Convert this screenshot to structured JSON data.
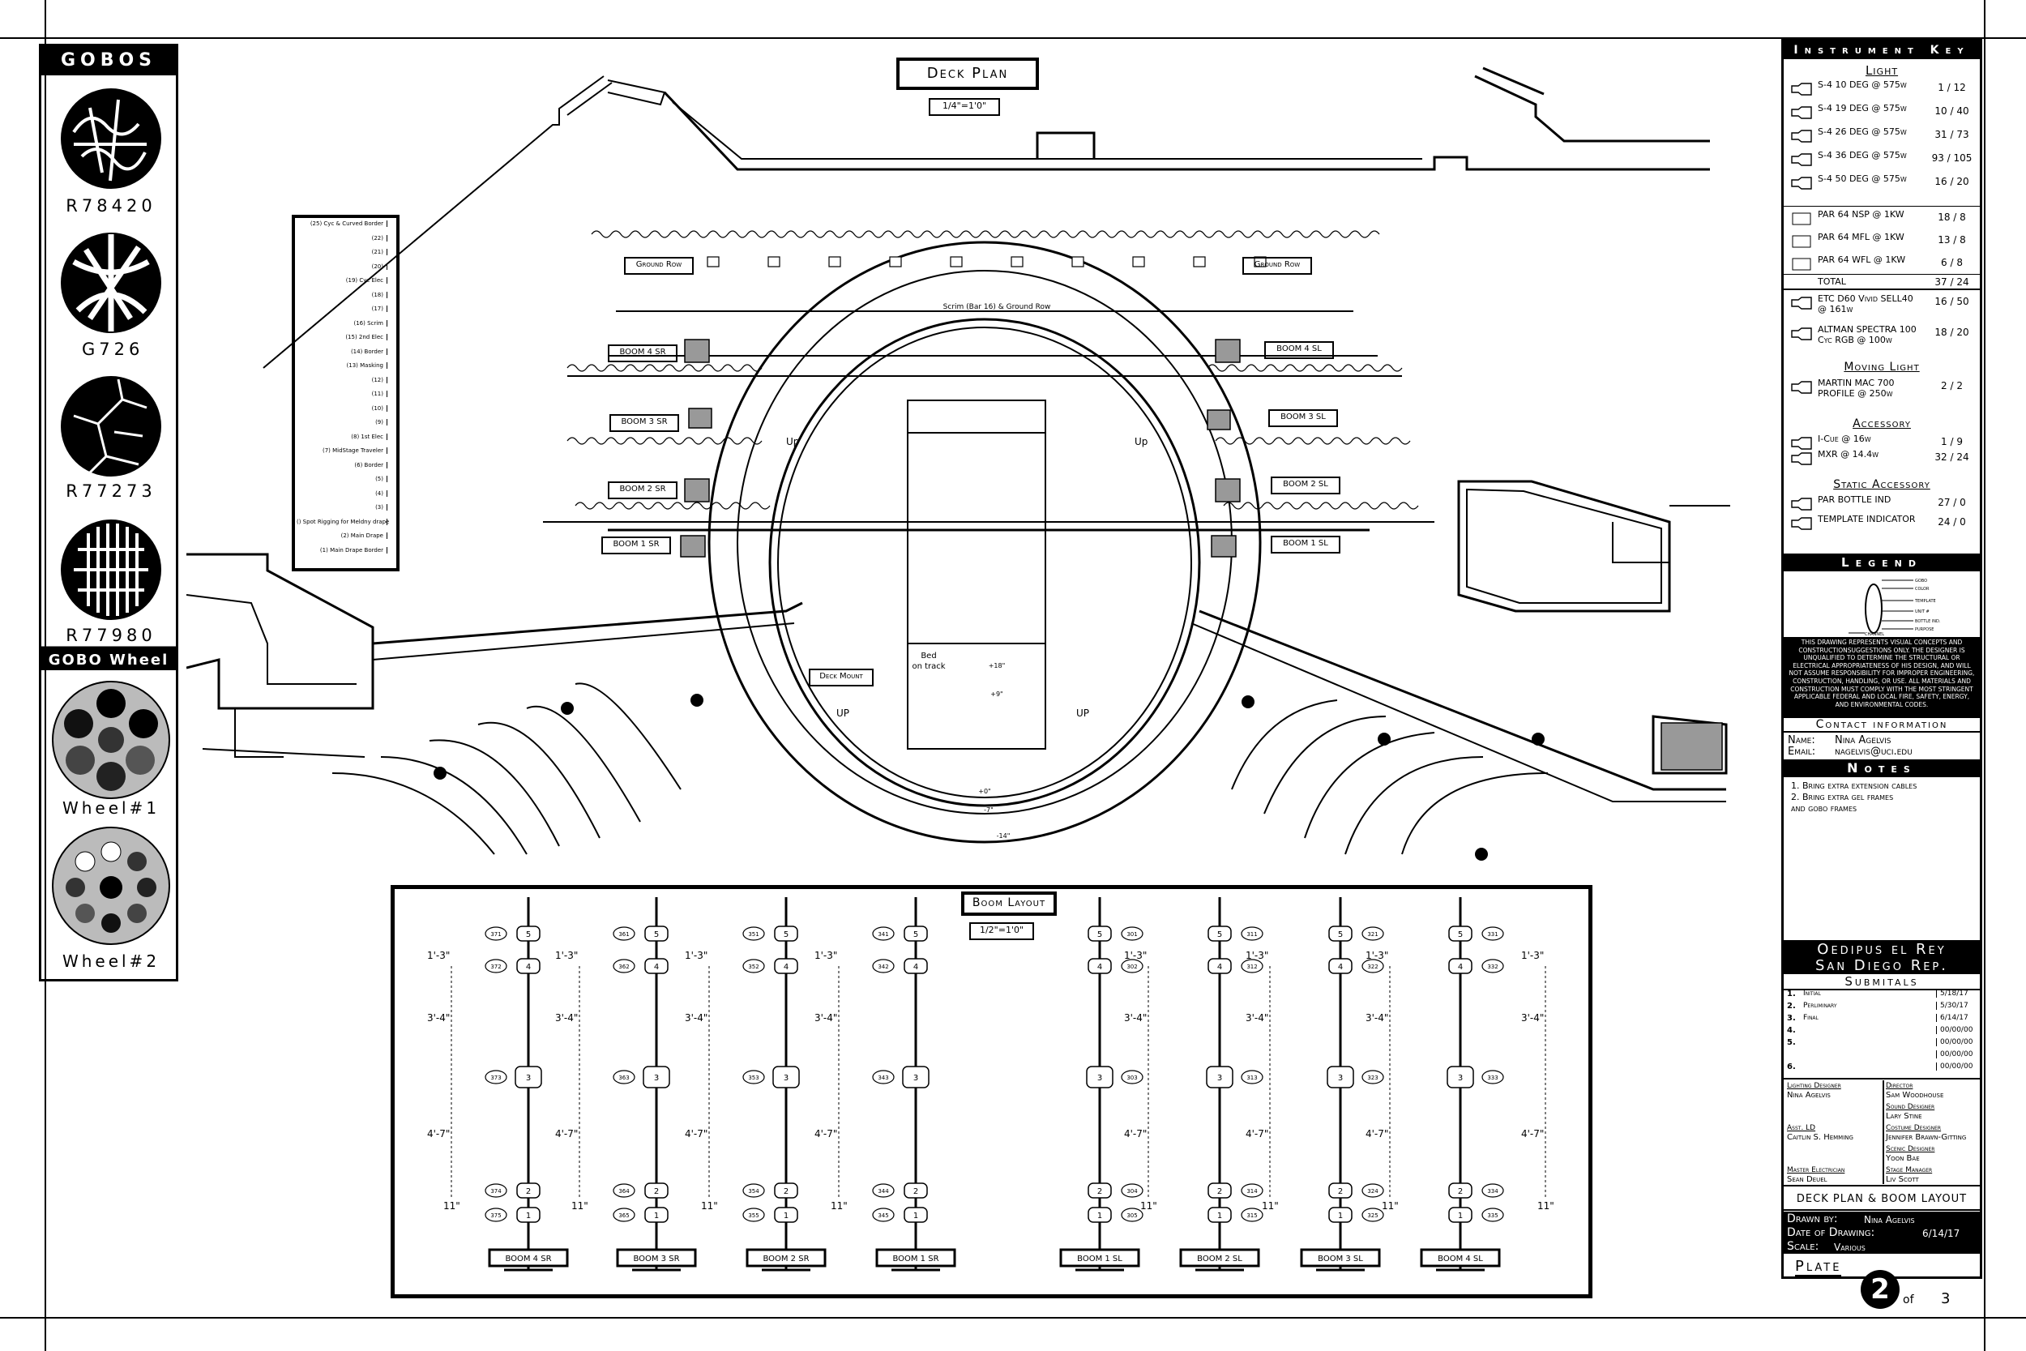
{
  "gobos": {
    "title": "GOBOS",
    "items": [
      {
        "code": "R78420",
        "icon": "foliage-gobo-icon"
      },
      {
        "code": "G726",
        "icon": "branches-gobo-icon"
      },
      {
        "code": "R77273",
        "icon": "cracks-gobo-icon"
      },
      {
        "code": "R77980",
        "icon": "grid-gobo-icon"
      }
    ],
    "wheel_title": "GOBO Wheel",
    "wheels": [
      "Wheel#1",
      "Wheel#2"
    ]
  },
  "deck_plan": {
    "title": "Deck Plan",
    "scale": "1/4\"=1'0\"",
    "ground_row": "Ground Row",
    "scrim": "Scrim (Bar 16) & Ground Row",
    "deck_mount": "Deck Mount",
    "bed": "Bed\non track",
    "up": "Up",
    "up_caps": "UP",
    "booms_sr": [
      "BOOM 4 SR",
      "BOOM 3 SR",
      "BOOM 2 SR",
      "BOOM 1 SR"
    ],
    "booms_sl": [
      "BOOM 4 SL",
      "BOOM 3 SL",
      "BOOM 2 SL",
      "BOOM 1 SL"
    ],
    "heights": [
      "+0\"",
      "+9\"",
      "+18\"",
      "-7\"",
      "-14\""
    ],
    "lineset": [
      "(25) Cyc & Curved Border",
      "(22)",
      "(21)",
      "(20)",
      "(19) Cyc Elec",
      "(18)",
      "(17)",
      "(16) Scrim",
      "(15) 2nd Elec",
      "(14) Border",
      "(13) Masking",
      "(12)",
      "(11)",
      "(10)",
      "(9)",
      "(8) 1st Elec",
      "(7) MidStage Traveler",
      "(6) Border",
      "(5)",
      "(4)",
      "(3)",
      "() Spot Rigging for Meldny drape",
      "(2) Main Drape",
      "(1) Main Drape Border"
    ]
  },
  "boom_layout": {
    "title": "Boom Layout",
    "scale": "1/2\"=1'0\"",
    "dims": [
      "1'-3\"",
      "3'-4\"",
      "4'-7\"",
      "11\""
    ],
    "sr": [
      {
        "label": "BOOM 4 SR",
        "ch": [
          "371",
          "372",
          "373",
          "374",
          "375"
        ]
      },
      {
        "label": "BOOM 3 SR",
        "ch": [
          "361",
          "362",
          "363",
          "364",
          "365"
        ]
      },
      {
        "label": "BOOM 2 SR",
        "ch": [
          "351",
          "352",
          "353",
          "354",
          "355"
        ]
      },
      {
        "label": "BOOM 1 SR",
        "ch": [
          "341",
          "342",
          "343",
          "344",
          "345"
        ]
      }
    ],
    "sl": [
      {
        "label": "BOOM 1 SL",
        "ch": [
          "301",
          "302",
          "303",
          "304",
          "305"
        ]
      },
      {
        "label": "BOOM 2 SL",
        "ch": [
          "311",
          "312",
          "313",
          "314",
          "315"
        ]
      },
      {
        "label": "BOOM 3 SL",
        "ch": [
          "321",
          "322",
          "323",
          "324",
          "325"
        ]
      },
      {
        "label": "BOOM 4 SL",
        "ch": [
          "331",
          "332",
          "333",
          "334",
          "335"
        ]
      }
    ]
  },
  "instrument_key": {
    "title": "Instrument Key",
    "light_head": "Light",
    "lights": [
      {
        "name": "S-4 10 DEG @ 575w",
        "count": "1 / 12"
      },
      {
        "name": "S-4 19 DEG @ 575w",
        "count": "10 / 40"
      },
      {
        "name": "S-4 26 DEG @ 575w",
        "count": "31 / 73"
      },
      {
        "name": "S-4 36 DEG @ 575w",
        "count": "93 / 105"
      },
      {
        "name": "S-4 50 DEG @ 575w",
        "count": "16 / 20"
      },
      {
        "name": "PAR 64 NSP @ 1KW",
        "count": "18 / 8"
      },
      {
        "name": "PAR 64 MFL @ 1KW",
        "count": "13 / 8"
      },
      {
        "name": "PAR 64 WFL @ 1KW",
        "count": "6 / 8"
      }
    ],
    "total_label": "TOTAL",
    "total": "37 / 24",
    "leds": [
      {
        "name": "ETC D60 Vivid SELL40 @ 161w",
        "count": "16 / 50"
      },
      {
        "name": "ALTMAN SPECTRA 100 Cyc RGB @ 100w",
        "count": "18 / 20"
      }
    ],
    "moving_head": "Moving Light",
    "moving": [
      {
        "name": "MARTIN MAC 700 PROFILE @ 250w",
        "count": "2 / 2"
      }
    ],
    "accessory_head": "Accessory",
    "accessory": [
      {
        "name": "I-Cue @ 16w",
        "count": "1 / 9"
      },
      {
        "name": "MXR @ 14.4w",
        "count": "32 / 24"
      }
    ],
    "static_head": "Static Accessory",
    "static": [
      {
        "name": "PAR BOTTLE IND",
        "count": "27 / 0"
      },
      {
        "name": "TEMPLATE INDICATOR",
        "count": "24 / 0"
      }
    ]
  },
  "legend": {
    "title": "Legend",
    "labels": [
      "GOBO",
      "COLOR",
      "TEMPLATE",
      "UNIT #",
      "BOTTLE IND.",
      "PURPOSE",
      "CHANNEL"
    ],
    "disclaimer": "THIS DRAWING REPRESENTS VISUAL CONCEPTS AND CONSTRUCTIONSUGGESTIONS ONLY. THE DESIGNER IS UNQUALIFIED TO DETERMINE THE STRUCTURAL OR ELECTRICAL APPROPRIATENESS OF HIS DESIGN, AND WILL NOT ASSUME RESPONSIBILITY FOR IMPROPER ENGINEERING, CONSTRUCTION, HANDLING, OR USE. ALL MATERIALS AND CONSTRUCTION MUST COMPLY WITH THE MOST STRINGENT APPLICABLE FEDERAL AND LOCAL FIRE, SAFETY, ENERGY, AND ENVIRONMENTAL CODES."
  },
  "contact": {
    "title": "Contact information",
    "name_label": "Name:",
    "name": "Nina Agelvis",
    "email_label": "Email:",
    "email": "nagelvis@uci.edu"
  },
  "notes": {
    "title": "Notes",
    "items": [
      "1. Bring extra extension cables",
      "2. Bring extra gel frames",
      "and gobo frames"
    ]
  },
  "show": {
    "title": "Oedipus el Rey",
    "venue": "San Diego Rep."
  },
  "submittals": {
    "title": "Submitals",
    "rows": [
      {
        "n": "1.",
        "label": "Initial",
        "date": "5/18/17"
      },
      {
        "n": "2.",
        "label": "Perliminary",
        "date": "5/30/17"
      },
      {
        "n": "3.",
        "label": "Final",
        "date": "6/14/17"
      },
      {
        "n": "4.",
        "label": "",
        "date": "00/00/00"
      },
      {
        "n": "5.",
        "label": "",
        "date": "00/00/00"
      },
      {
        "n": "",
        "label": "",
        "date": "00/00/00"
      },
      {
        "n": "6.",
        "label": "",
        "date": "00/00/00"
      }
    ]
  },
  "credits": [
    {
      "role": "Lighting Designer",
      "name": "Nina Agelvis"
    },
    {
      "role": "Director",
      "name": "Sam Woodhouse"
    },
    {
      "role": "Sound Designer",
      "name": "Lary Stine"
    },
    {
      "role": "Asst. LD",
      "name": "Caitlin S. Hemming"
    },
    {
      "role": "Costume Designer",
      "name": "Jennifer Brawn-Gitting"
    },
    {
      "role": "Scenic Designer",
      "name": "Yoon Bae"
    },
    {
      "role": "Master Electrician",
      "name": "Sean Deuel"
    },
    {
      "role": "Stage Manager",
      "name": "Liv Scott"
    }
  ],
  "title_block": {
    "sheet_title": "DECK PLAN & BOOM LAYOUT",
    "drawn_by_label": "Drawn by:",
    "drawn_by": "Nina Agelvis",
    "date_label": "Date of Drawing:",
    "date": "6/14/17",
    "scale_label": "Scale:",
    "scale": "Various",
    "plate_label": "Plate",
    "plate": "2",
    "of": "of",
    "total": "3"
  },
  "colors": {
    "ink": "#000000",
    "paper": "#ffffff",
    "hatch": "#999999"
  }
}
